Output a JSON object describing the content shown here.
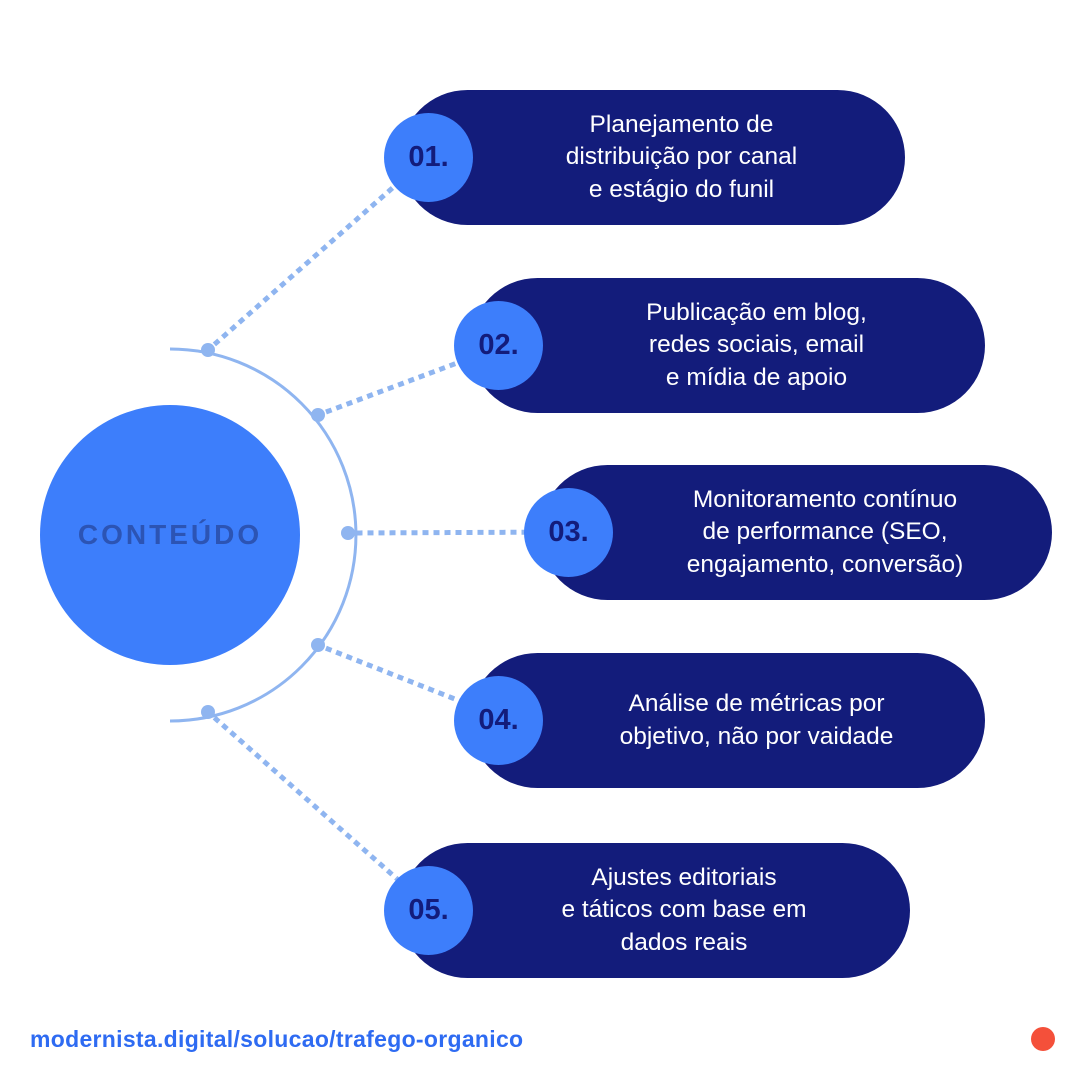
{
  "center": {
    "label": "CONTEÚDO"
  },
  "items": [
    {
      "number": "01.",
      "text": "Planejamento de\ndistribuição por canal\ne estágio do funil"
    },
    {
      "number": "02.",
      "text": "Publicação em blog,\nredes sociais, email\ne mídia de apoio"
    },
    {
      "number": "03.",
      "text": "Monitoramento contínuo\nde performance (SEO,\nengajamento, conversão)"
    },
    {
      "number": "04.",
      "text": "Análise de métricas por\nobjetivo, não por vaidade"
    },
    {
      "number": "05.",
      "text": "Ajustes editoriais\ne táticos com base em\ndados reais"
    }
  ],
  "footer": {
    "url": "modernista.digital/solucao/trafego-organico"
  },
  "colors": {
    "accent_blue": "#3d7efb",
    "navy": "#131c7b",
    "light_blue": "#8fb5f0",
    "link_blue": "#2e6bf2",
    "dot_red": "#f4503a"
  }
}
